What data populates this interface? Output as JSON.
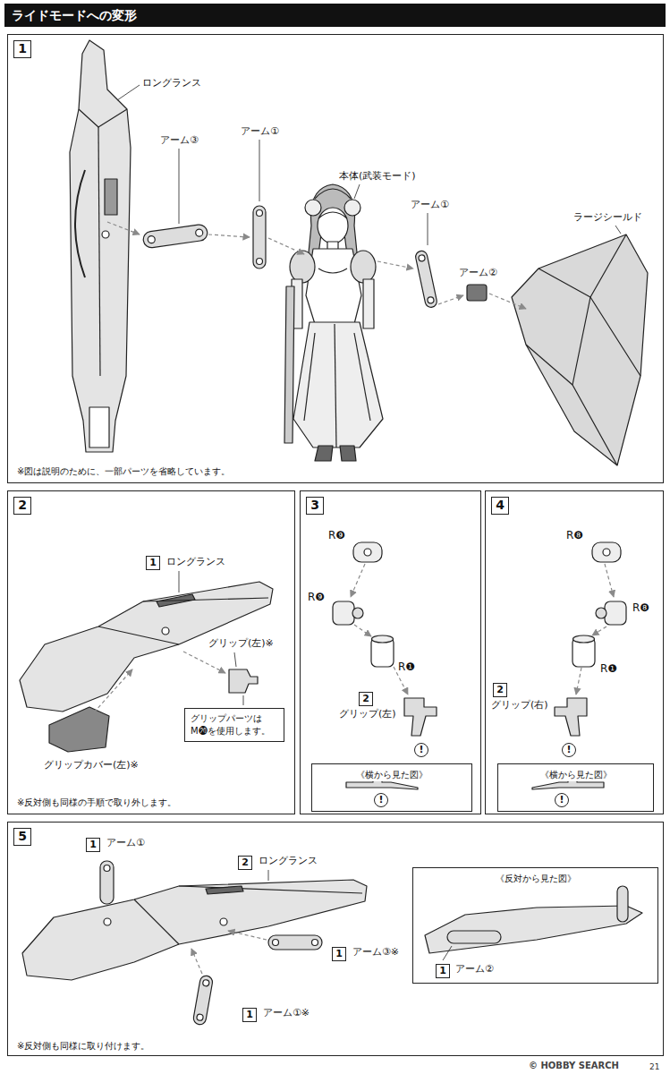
{
  "diagram": {
    "title": "ライドモードへの変形",
    "nodes": [
      {
        "text": [
          "1"
        ]
      },
      {
        "text": [
          "2"
        ]
      },
      {
        "text": [
          "1"
        ],
        "in": 1
      },
      {
        "text": [
          "グリップパーツは M⓴を使用します。"
        ],
        "in": 1
      },
      {
        "text": [
          "3"
        ]
      },
      {
        "text": [
          "2"
        ],
        "in": 4
      },
      {
        "text": [
          "《横から見た図》"
        ],
        "in": 4
      },
      {
        "text": [
          "4"
        ]
      },
      {
        "text": [
          "2"
        ],
        "in": 7
      },
      {
        "text": [
          "《横から見た図》"
        ],
        "in": 7
      },
      {
        "text": [
          "5"
        ]
      },
      {
        "text": [
          "1"
        ],
        "in": 10
      },
      {
        "text": [
          "2"
        ],
        "in": 10
      },
      {
        "text": [
          "1"
        ],
        "in": 10
      },
      {
        "text": [
          "1"
        ],
        "in": 10
      },
      {
        "text": [
          "《反対から見た図》"
        ],
        "in": 10
      },
      {
        "text": [
          "1"
        ],
        "in": 15
      }
    ],
    "labels": [
      "ロングランス",
      "アーム③",
      "アーム①",
      "本体(武装モード)",
      "アーム①",
      "ラージシールド",
      "アーム②",
      "※図は説明のために、一部パーツを省略しています。",
      "ロングランス",
      "グリップ(左)※",
      "グリップカバー(左)※",
      "※反対側も同様の手順で取り外します。",
      "R❾",
      "R❾",
      "R❶",
      "グリップ(左)",
      "!",
      "!",
      "R❽",
      "R❽",
      "R❶",
      "グリップ(右)",
      "!",
      "!",
      "アーム①",
      "ロングランス",
      "アーム①※",
      "アーム③※",
      "アーム②",
      "※反対側も同様に取り付けます。",
      "© HOBBY SEARCH",
      "21"
    ]
  }
}
